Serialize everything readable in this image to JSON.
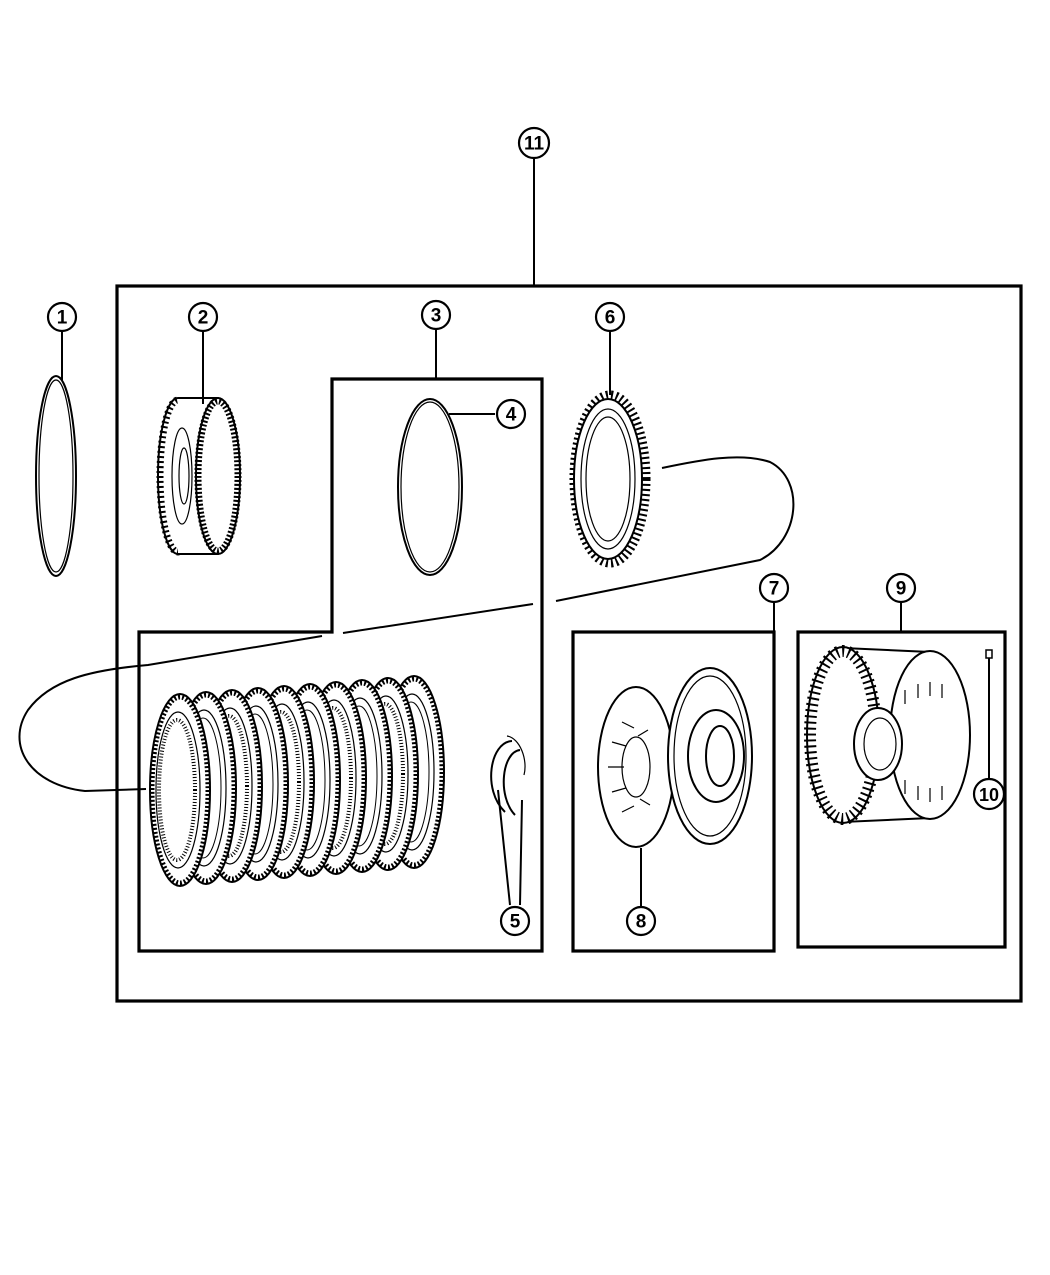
{
  "callouts": [
    {
      "id": "callout-1",
      "label": "1"
    },
    {
      "id": "callout-2",
      "label": "2"
    },
    {
      "id": "callout-3",
      "label": "3"
    },
    {
      "id": "callout-4",
      "label": "4"
    },
    {
      "id": "callout-5",
      "label": "5"
    },
    {
      "id": "callout-6",
      "label": "6"
    },
    {
      "id": "callout-7",
      "label": "7"
    },
    {
      "id": "callout-8",
      "label": "8"
    },
    {
      "id": "callout-9",
      "label": "9"
    },
    {
      "id": "callout-10",
      "label": "10"
    },
    {
      "id": "callout-11",
      "label": "11"
    }
  ]
}
